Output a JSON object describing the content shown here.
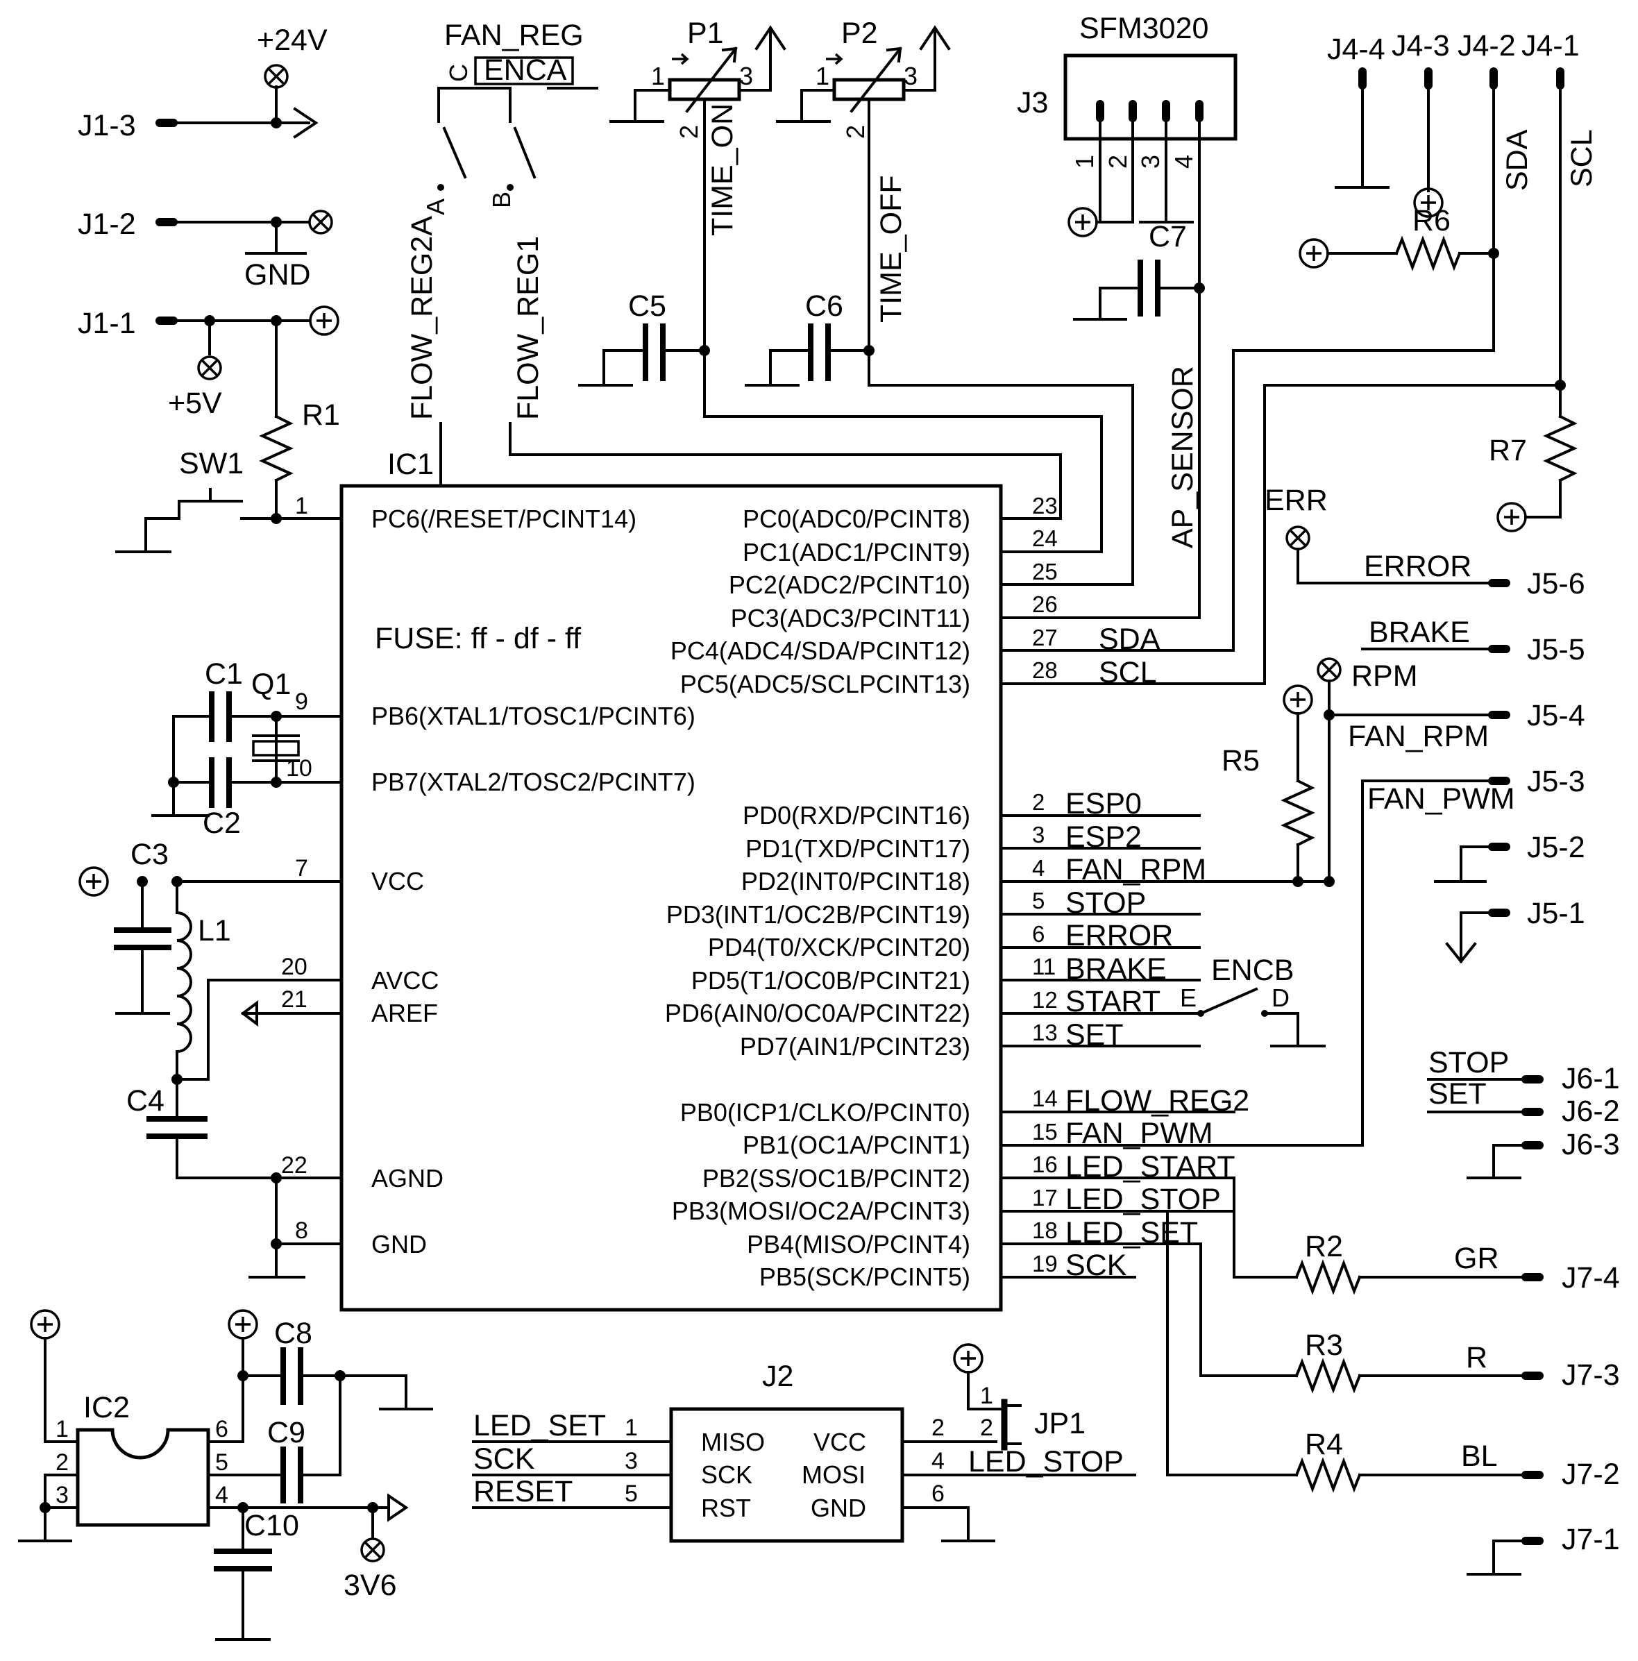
{
  "ic1": {
    "ref": "IC1",
    "fuse": "FUSE: ff - df - ff",
    "left_pins": [
      {
        "num": "1",
        "name": "PC6(/RESET/PCINT14)"
      },
      {
        "num": "9",
        "name": "PB6(XTAL1/TOSC1/PCINT6)"
      },
      {
        "num": "10",
        "name": "PB7(XTAL2/TOSC2/PCINT7)"
      },
      {
        "num": "7",
        "name": "VCC"
      },
      {
        "num": "20",
        "name": "AVCC"
      },
      {
        "num": "21",
        "name": "AREF"
      },
      {
        "num": "22",
        "name": "AGND"
      },
      {
        "num": "8",
        "name": "GND"
      }
    ],
    "right_pins": [
      {
        "num": "23",
        "name": "PC0(ADC0/PCINT8)",
        "net": ""
      },
      {
        "num": "24",
        "name": "PC1(ADC1/PCINT9)",
        "net": ""
      },
      {
        "num": "25",
        "name": "PC2(ADC2/PCINT10)",
        "net": ""
      },
      {
        "num": "26",
        "name": "PC3(ADC3/PCINT11)",
        "net": ""
      },
      {
        "num": "27",
        "name": "PC4(ADC4/SDA/PCINT12)",
        "net": "SDA"
      },
      {
        "num": "28",
        "name": "PC5(ADC5/SCLPCINT13)",
        "net": "SCL"
      },
      {
        "num": "2",
        "name": "PD0(RXD/PCINT16)",
        "net": "ESP0"
      },
      {
        "num": "3",
        "name": "PD1(TXD/PCINT17)",
        "net": "ESP2"
      },
      {
        "num": "4",
        "name": "PD2(INT0/PCINT18)",
        "net": "FAN_RPM"
      },
      {
        "num": "5",
        "name": "PD3(INT1/OC2B/PCINT19)",
        "net": "STOP"
      },
      {
        "num": "6",
        "name": "PD4(T0/XCK/PCINT20)",
        "net": "ERROR"
      },
      {
        "num": "11",
        "name": "PD5(T1/OC0B/PCINT21)",
        "net": "BRAKE"
      },
      {
        "num": "12",
        "name": "PD6(AIN0/OC0A/PCINT22)",
        "net": "START"
      },
      {
        "num": "13",
        "name": "PD7(AIN1/PCINT23)",
        "net": "SET"
      },
      {
        "num": "14",
        "name": "PB0(ICP1/CLKO/PCINT0)",
        "net": "FLOW_REG2"
      },
      {
        "num": "15",
        "name": "PB1(OC1A/PCINT1)",
        "net": "FAN_PWM"
      },
      {
        "num": "16",
        "name": "PB2(SS/OC1B/PCINT2)",
        "net": "LED_START"
      },
      {
        "num": "17",
        "name": "PB3(MOSI/OC2A/PCINT3)",
        "net": "LED_STOP"
      },
      {
        "num": "18",
        "name": "PB4(MISO/PCINT4)",
        "net": "LED_SET"
      },
      {
        "num": "19",
        "name": "PB5(SCK/PCINT5)",
        "net": "SCK"
      }
    ]
  },
  "power": {
    "v24": "+24V",
    "v5": "+5V",
    "gnd": "GND",
    "v3v6": "3V6"
  },
  "connectors": {
    "j1": [
      "J1-3",
      "J1-2",
      "J1-1"
    ],
    "j4": [
      "J4-4",
      "J4-3",
      "J4-2",
      "J4-1"
    ],
    "j5": [
      "J5-6",
      "J5-5",
      "J5-4",
      "J5-3",
      "J5-2",
      "J5-1"
    ],
    "j6": [
      "J6-1",
      "J6-2",
      "J6-3"
    ],
    "j7": [
      "J7-4",
      "J7-3",
      "J7-2",
      "J7-1"
    ]
  },
  "j3": {
    "ref": "J3",
    "title": "SFM3020",
    "pins": [
      "1",
      "2",
      "3",
      "4"
    ]
  },
  "j2": {
    "ref": "J2",
    "left": [
      "MISO",
      "SCK",
      "RST"
    ],
    "right": [
      "VCC",
      "MOSI",
      "GND"
    ],
    "left_nums": [
      "1",
      "3",
      "5"
    ],
    "right_nums": [
      "2",
      "4",
      "6"
    ],
    "left_nets": [
      "LED_SET",
      "SCK",
      "RESET"
    ],
    "right_net": "LED_STOP"
  },
  "jp1": {
    "ref": "JP1",
    "pins": [
      "1",
      "2"
    ]
  },
  "ic2": {
    "ref": "IC2",
    "pins": [
      "1",
      "2",
      "3",
      "4",
      "5",
      "6"
    ]
  },
  "components": {
    "r1": "R1",
    "r2": "R2",
    "r3": "R3",
    "r4": "R4",
    "r5": "R5",
    "r6": "R6",
    "r7": "R7",
    "c1": "C1",
    "c2": "C2",
    "c3": "C3",
    "c4": "C4",
    "c5": "C5",
    "c6": "C6",
    "c7": "C7",
    "c8": "C8",
    "c9": "C9",
    "c10": "C10",
    "q1": "Q1",
    "l1": "L1",
    "sw1": "SW1",
    "p1": "P1",
    "p2": "P2"
  },
  "switches": {
    "fan_reg": "FAN_REG",
    "enca": "ENCA",
    "encb": "ENCB",
    "c": "C",
    "a": "A",
    "b": "B",
    "e": "E",
    "d": "D"
  },
  "pot_pins": {
    "one": "1",
    "two": "2",
    "three": "3"
  },
  "nets": {
    "flow_reg2a": "FLOW_REG2A",
    "flow_reg1": "FLOW_REG1",
    "time_on": "TIME_ON",
    "time_off": "TIME_OFF",
    "ap_sensor": "AP_SENSOR",
    "sda": "SDA",
    "scl": "SCL",
    "err": "ERR",
    "error": "ERROR",
    "brake": "BRAKE",
    "rpm": "RPM",
    "fan_rpm": "FAN_RPM",
    "fan_pwm": "FAN_PWM",
    "stop": "STOP",
    "set": "SET",
    "gr": "GR",
    "r": "R",
    "bl": "BL"
  }
}
